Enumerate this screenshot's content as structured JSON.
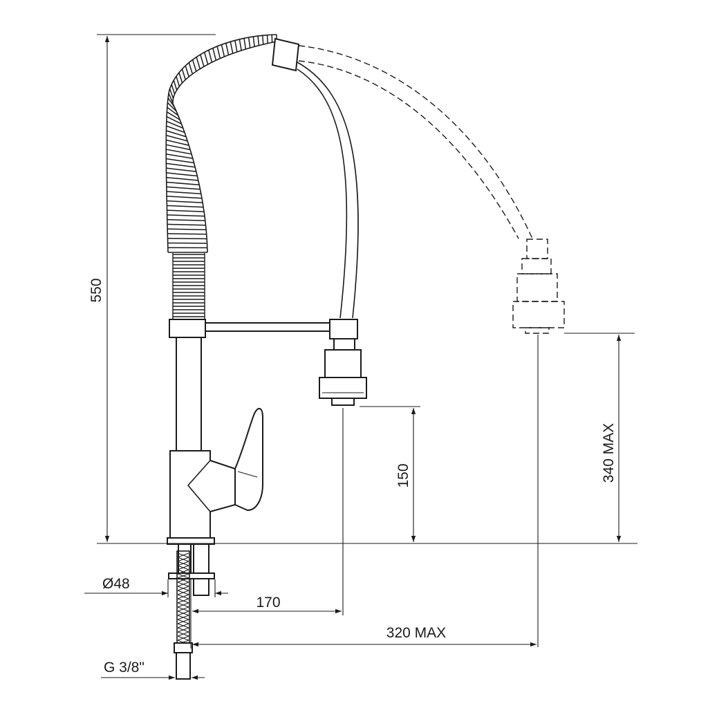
{
  "dimensions": {
    "total_height": "550",
    "base_diameter": "Ø48",
    "spout_reach": "170",
    "max_reach": "320 MAX",
    "spout_height": "150",
    "max_height": "340 MAX",
    "thread": "G 3/8\""
  }
}
